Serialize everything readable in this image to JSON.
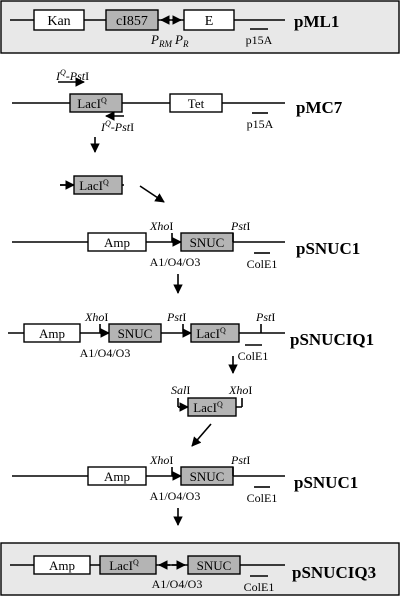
{
  "colors": {
    "panel": "#e8e8e8",
    "gene_gray": "#b4b4b4",
    "gene_white": "#ffffff",
    "stroke": "#000000"
  },
  "pml1": {
    "name": "pML1",
    "kan": "Kan",
    "ci": "cI857",
    "e": "E",
    "prm": "P",
    "prm_sub": "RM",
    "pr": "P",
    "pr_sub": "R",
    "ori": "p15A"
  },
  "pmc7": {
    "name": "pMC7",
    "lacIq": "LacI",
    "sup": "Q",
    "tet": "Tet",
    "ori": "p15A",
    "primer_sup": "I",
    "primer_q": "Q",
    "primer_site": "-Pst",
    "primer_site_i": "I"
  },
  "fragment1": {
    "lacIq": "LacI",
    "sup": "Q"
  },
  "psnuc1_a": {
    "name": "pSNUC1",
    "amp": "Amp",
    "snuc": "SNUC",
    "xho": "Xho",
    "xho_i": "I",
    "pst": "Pst",
    "pst_i": "I",
    "promoter": "A1/O4/O3",
    "ori": "ColE1"
  },
  "psnuciq1": {
    "name": "pSNUCIQ1",
    "amp": "Amp",
    "snuc": "SNUC",
    "lacIq": "LacI",
    "sup": "Q",
    "xho": "Xho",
    "xho_i": "I",
    "pst1": "Pst",
    "pst1_i": "I",
    "pst2": "Pst",
    "pst2_i": "I",
    "promoter": "A1/O4/O3",
    "ori": "ColE1"
  },
  "fragment2": {
    "lacIq": "LacI",
    "sup": "Q",
    "sal": "Sal",
    "sal_i": "I",
    "xho": "Xho",
    "xho_i": "I"
  },
  "psnuc1_b": {
    "name": "pSNUC1",
    "amp": "Amp",
    "snuc": "SNUC",
    "xho": "Xho",
    "xho_i": "I",
    "pst": "Pst",
    "pst_i": "I",
    "promoter": "A1/O4/O3",
    "ori": "ColE1"
  },
  "psnuciq3": {
    "name": "pSNUCIQ3",
    "amp": "Amp",
    "lacIq": "LacI",
    "sup": "Q",
    "snuc": "SNUC",
    "promoter": "A1/O4/O3",
    "ori": "ColE1"
  }
}
